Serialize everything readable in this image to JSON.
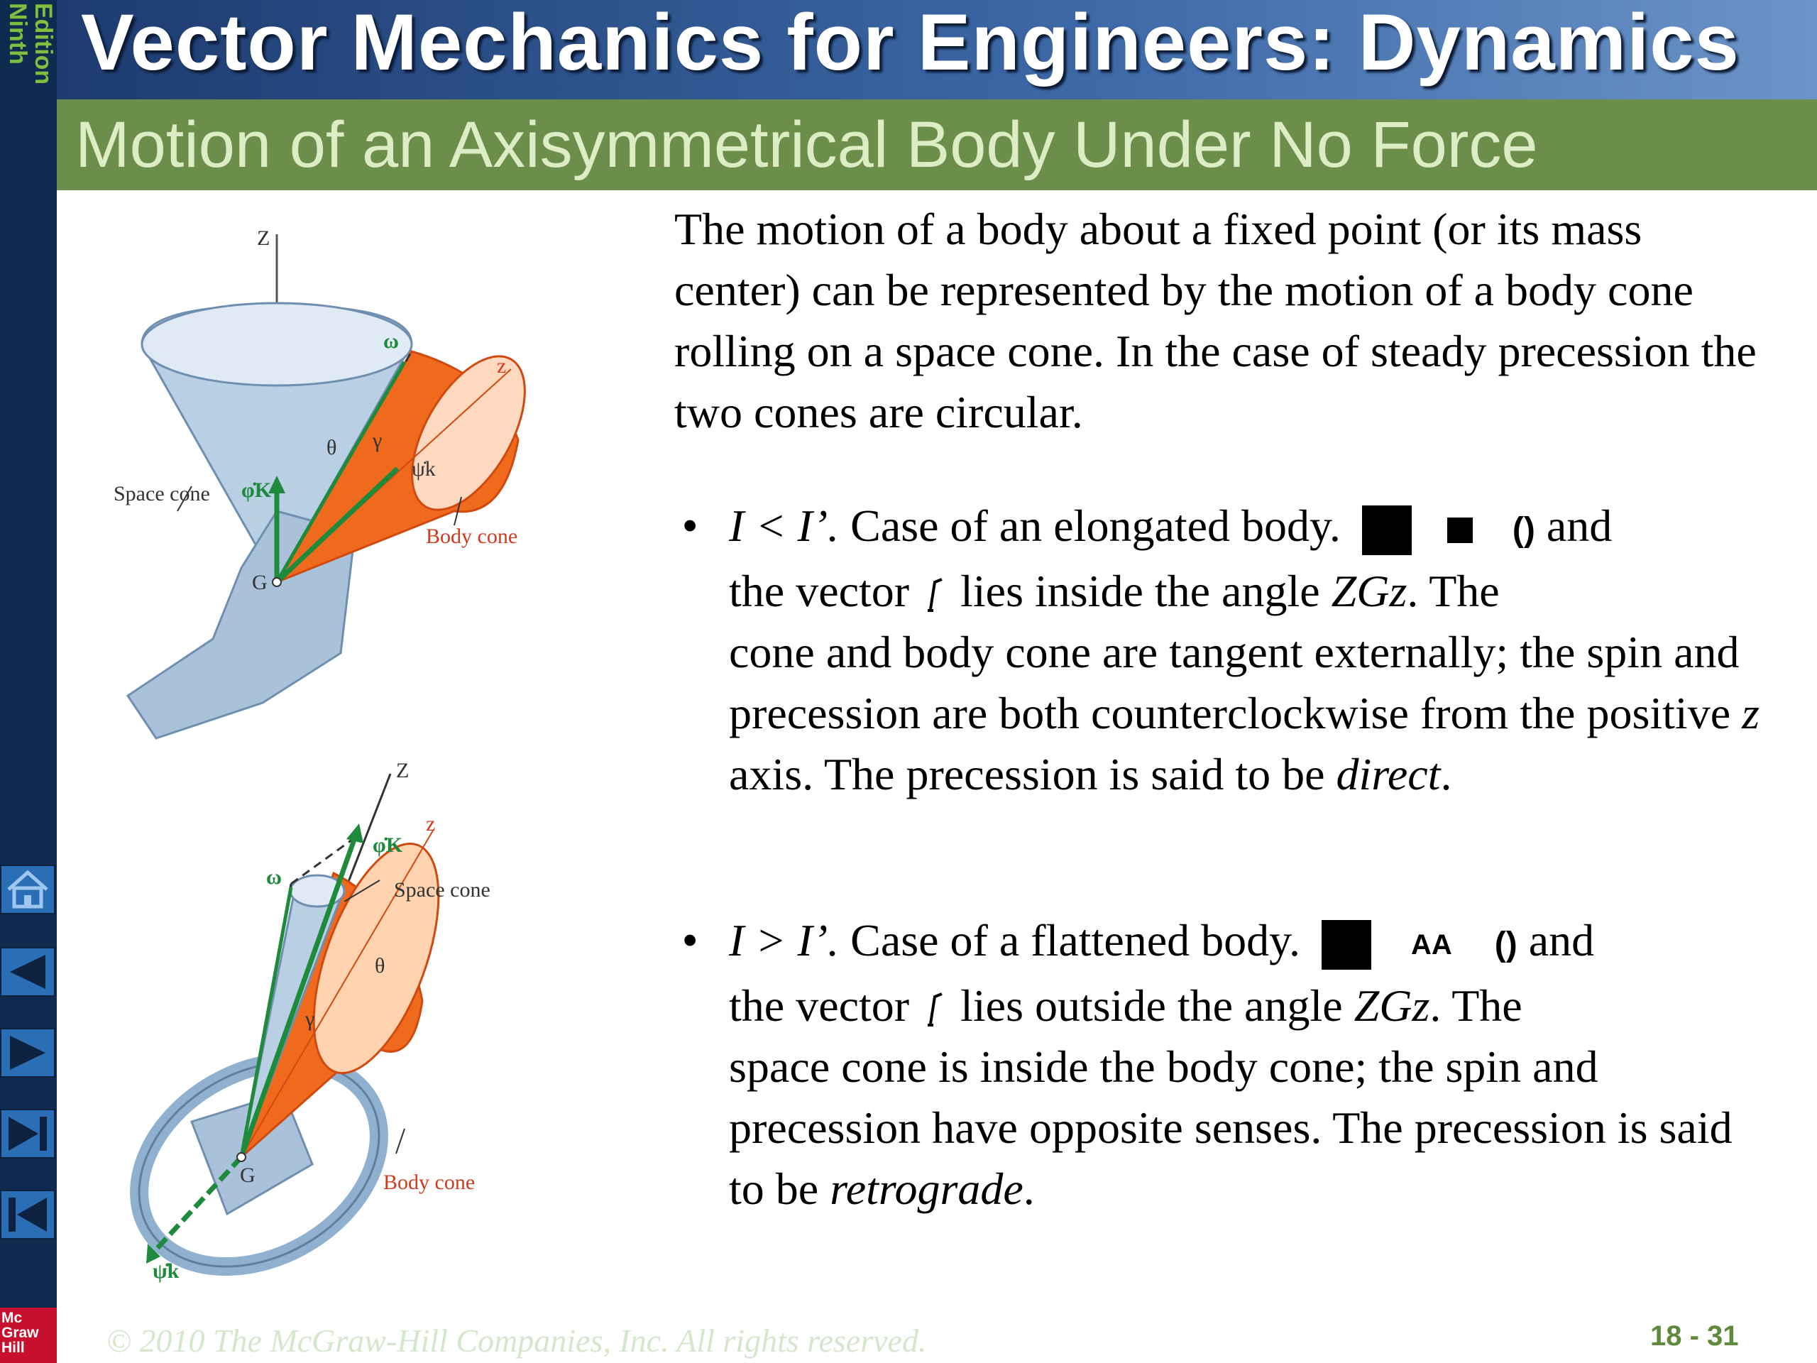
{
  "sidebar": {
    "edition_line1": "Ninth",
    "edition_line2": "Edition",
    "logo_line1": "Mc",
    "logo_line2": "Graw",
    "logo_line3": "Hill",
    "nav_icons": [
      "home-icon",
      "prev-slide-icon",
      "next-slide-icon",
      "last-slide-icon",
      "first-slide-icon"
    ]
  },
  "header": {
    "title": "Vector Mechanics for Engineers: Dynamics",
    "subtitle": "Motion of an Axisymmetrical Body Under No Force"
  },
  "content": {
    "intro": "The motion of a body about a fixed point (or its mass center) can be represented by the motion of a body cone rolling on a space cone.  In the case of steady precession the two cones are circular.",
    "bullet1": {
      "lead": "I < I’.",
      "line1_rest": "  Case of an elongated body.",
      "and1": "and",
      "line2_a": "the vector",
      "line2_b": " lies inside the angle ",
      "angle": "ZGz",
      "line2_c": ".  The",
      "body": "cone and body cone are tangent externally; the spin and precession are both counterclockwise from the positive ",
      "z": "z",
      "body2": " axis.  The precession is said to be ",
      "emph": "direct",
      "end": "."
    },
    "bullet2": {
      "lead": "I > I’.",
      "line1_rest": "  Case of a flattened body.",
      "glyph_aa": "AA",
      "and1": "and",
      "line2_a": "the vector",
      "line2_b": " lies outside the angle ",
      "angle": "ZGz",
      "line2_c": ".  The",
      "body": "space cone is inside the body cone; the spin and precession have opposite senses.  The precession is said to be ",
      "emph": "retrograde",
      "end": "."
    }
  },
  "figure1": {
    "labels": {
      "Z": "Z",
      "z": "z",
      "omega": "ω",
      "theta": "θ",
      "gamma": "γ",
      "psi_k": "ψ̇k",
      "phi_K": "φ̇K",
      "G": "G",
      "space_cone": "Space cone",
      "body_cone": "Body cone"
    }
  },
  "figure2": {
    "labels": {
      "Z": "Z",
      "z": "z",
      "omega": "ω",
      "theta": "θ",
      "gamma": "γ",
      "psi_k": "ψ̇k",
      "phi_K": "φ̇K",
      "G": "G",
      "space_cone": "Space cone",
      "body_cone": "Body cone"
    }
  },
  "footer": {
    "copyright": "© 2010 The McGraw-Hill Companies, Inc. All rights reserved.",
    "page": "18 - 31"
  },
  "colors": {
    "header_blue": "#1d3b6f",
    "subheader_green": "#6b8f4a",
    "space_cone": "#b8cfe4",
    "body_cone": "#f06a1e",
    "vector_green": "#1e8a3c"
  }
}
